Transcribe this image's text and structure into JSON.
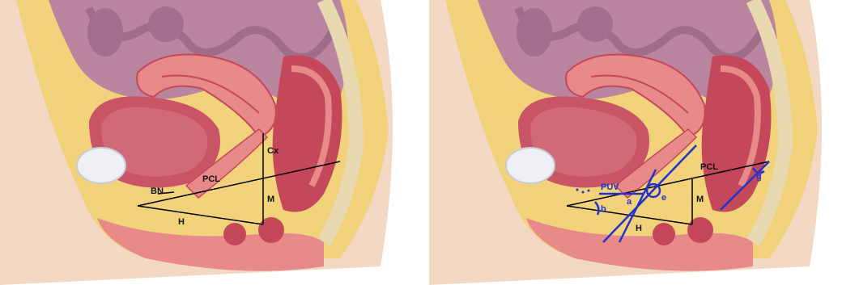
{
  "figure": {
    "left_panel": {
      "labels": {
        "cx": "Cx",
        "pcl": "PCL",
        "bn": "BN",
        "m": "M",
        "h": "H"
      },
      "line_color": "#000000"
    },
    "right_panel": {
      "labels": {
        "pcl": "PCL",
        "puv": "PUV",
        "b": "b",
        "a": "a",
        "e": "e",
        "m": "M",
        "h": "H",
        "g": "g"
      },
      "line_color": "#000000",
      "accent_color": "#2233cc"
    },
    "colors": {
      "fat": "#f2d27a",
      "tissue": "#e98a8a",
      "organ_dark": "#c4485a",
      "intestine": "#b9859f",
      "bladder_wall": "#c95466",
      "skin": "#f3d9c4"
    }
  }
}
